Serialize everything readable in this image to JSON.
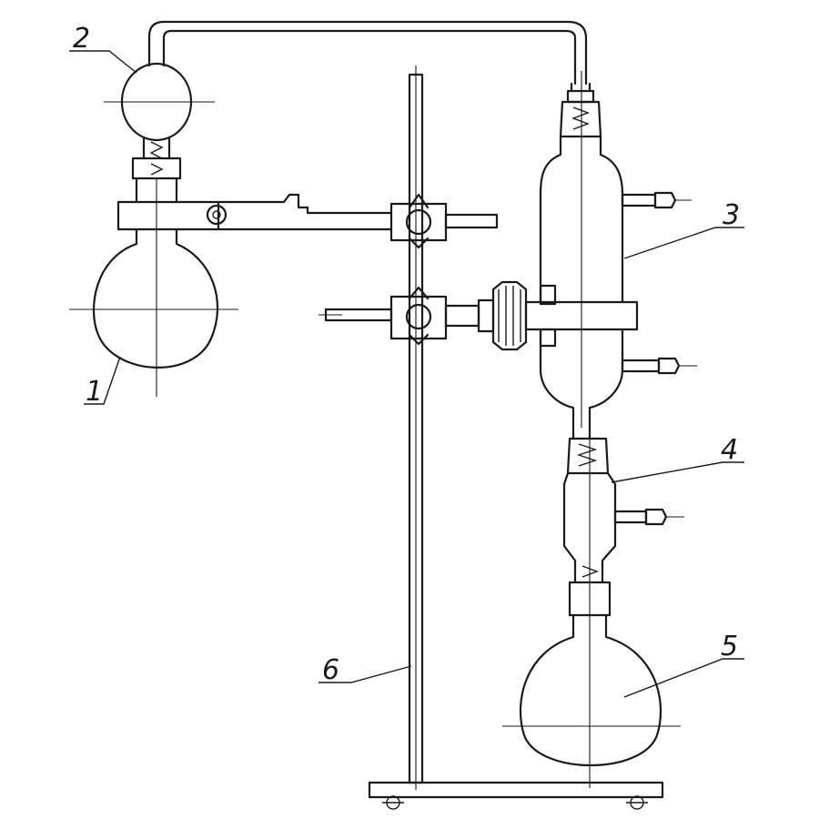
{
  "labels": [
    {
      "id": "flask",
      "text": "1"
    },
    {
      "id": "splash-bulb",
      "text": "2"
    },
    {
      "id": "condenser",
      "text": "3"
    },
    {
      "id": "adapter",
      "text": "4"
    },
    {
      "id": "receiver-flask",
      "text": "5"
    },
    {
      "id": "stand-rod",
      "text": "6"
    }
  ],
  "colors": {
    "ink": "#1a1a1a",
    "background": "#ffffff"
  }
}
